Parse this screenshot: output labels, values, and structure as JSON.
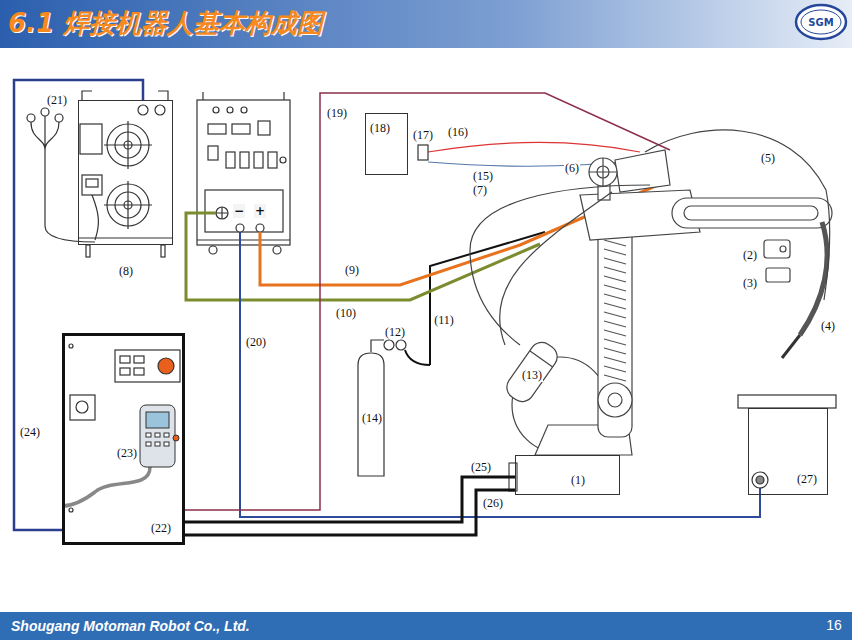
{
  "diagram": {
    "title": "6.1 焊接机器人基本构成图",
    "nodes": [
      {
        "text": [
          "(8)"
        ]
      },
      {
        "text": [
          "(18)"
        ]
      },
      {
        "text": [
          "(22)"
        ]
      },
      {
        "text": [
          "(14)"
        ]
      },
      {
        "text": [
          "(1)"
        ]
      },
      {
        "text": [
          "(27)"
        ]
      }
    ],
    "edges": [
      {
        "from": 2,
        "to": 0,
        "arrow": "none",
        "label": "(24)"
      },
      {
        "from": 2,
        "to": 4,
        "arrow": "none",
        "label": "(25)"
      },
      {
        "from": 2,
        "to": 4,
        "arrow": "none",
        "label": "(26)"
      }
    ],
    "labels": [
      "(2)",
      "(3)",
      "(4)",
      "(5)",
      "(6)",
      "(7)",
      "(9)",
      "(10)",
      "(11)",
      "(12)",
      "(13)",
      "(15)",
      "(16)",
      "(17)",
      "(19)",
      "(20)",
      "(21)",
      "(23)",
      "−",
      "+",
      "SGM",
      "Shougang Motoman Robot Co., Ltd.",
      "16"
    ]
  }
}
